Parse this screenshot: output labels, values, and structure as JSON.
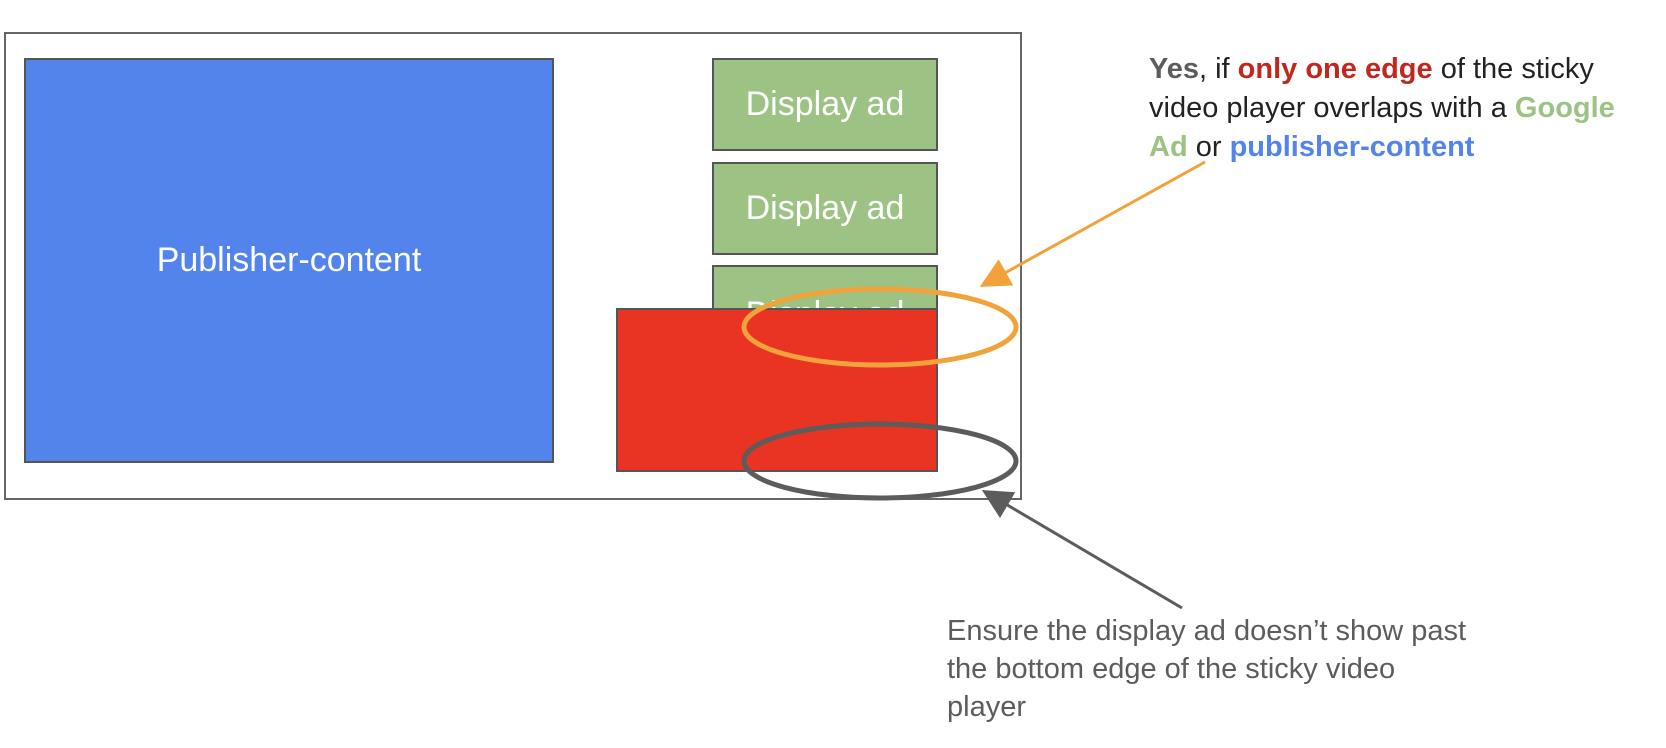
{
  "diagram": {
    "publisher_label": "Publisher-content",
    "ads": [
      {
        "label": "Display ad"
      },
      {
        "label": "Display ad"
      },
      {
        "label": "Display ad"
      }
    ],
    "callout_top": {
      "yes": "Yes",
      "part1": ", if ",
      "only_one_edge": "only one edge",
      "part2": " of the sticky video player overlaps with a ",
      "google_ad": "Google Ad",
      "part3": " or ",
      "publisher_content": "publisher-content"
    },
    "callout_bottom": "Ensure the display ad doesn’t show past the bottom edge of the sticky video player"
  },
  "colors": {
    "publisher": "#5384ec",
    "display_ad": "#9dc384",
    "sticky_player": "#e93323",
    "highlight_orange": "#f2a23a",
    "highlight_gray": "#5c5c5c",
    "emphasis_red": "#c0281d"
  }
}
